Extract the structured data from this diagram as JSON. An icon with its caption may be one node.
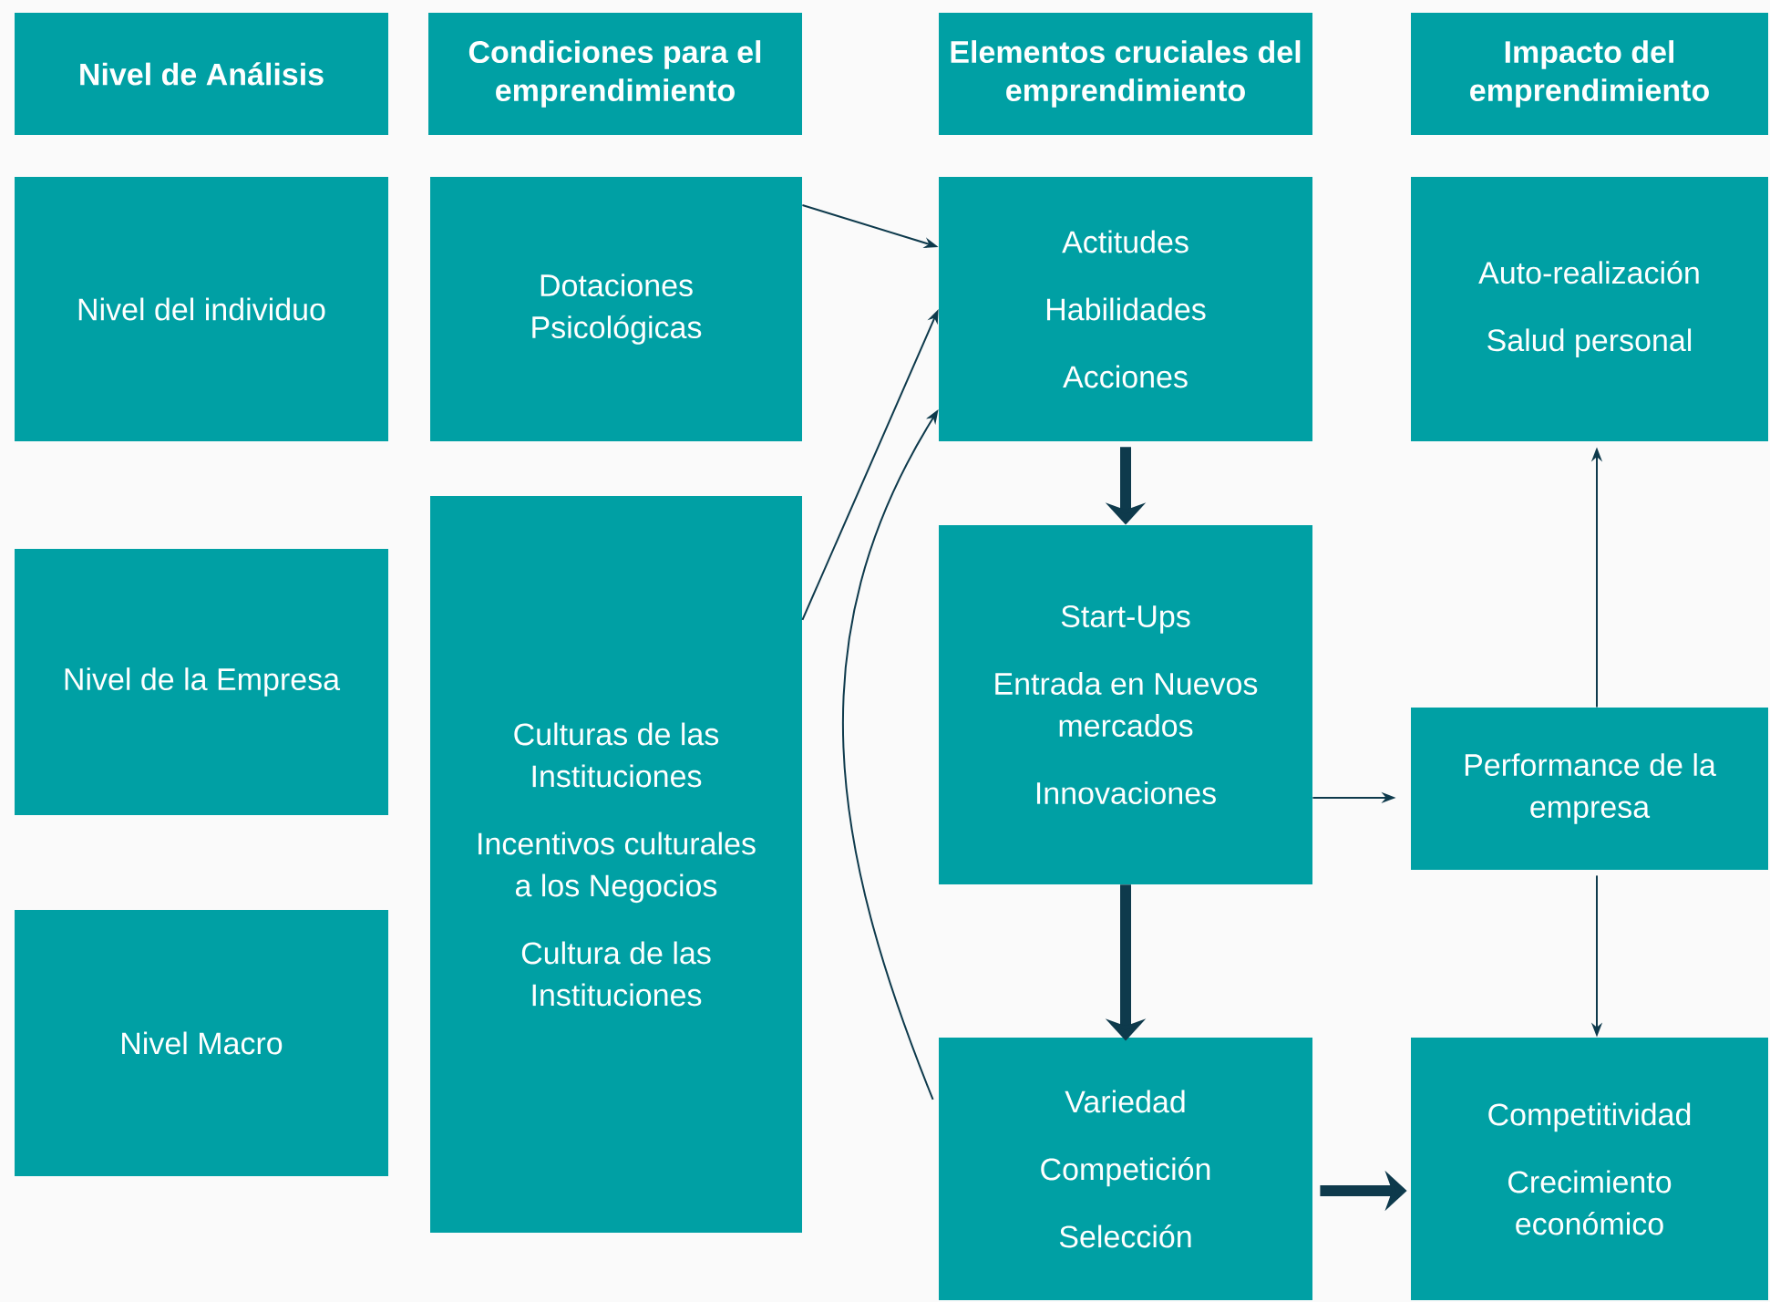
{
  "diagram": {
    "nodes": [
      {
        "text": [
          "Nivel de Análisis"
        ]
      },
      {
        "text": [
          "Condiciones para el emprendimiento"
        ]
      },
      {
        "text": [
          "Elementos cruciales del emprendimiento"
        ]
      },
      {
        "text": [
          "Impacto del emprendimiento"
        ]
      },
      {
        "text": [
          "Nivel del individuo"
        ]
      },
      {
        "text": [
          "Dotaciones Psicológicas"
        ]
      },
      {
        "text": [
          "Actitudes",
          "Habilidades",
          "Acciones"
        ]
      },
      {
        "text": [
          "Auto-realización",
          "Salud personal"
        ]
      },
      {
        "text": [
          "Nivel de la Empresa"
        ]
      },
      {
        "text": [
          "Culturas de las Instituciones",
          "Incentivos culturales a los Negocios",
          "Cultura de las Instituciones"
        ]
      },
      {
        "text": [
          "Start-Ups",
          "Entrada en Nuevos mercados",
          "Innovaciones"
        ]
      },
      {
        "text": [
          "Performance de la empresa"
        ]
      },
      {
        "text": [
          "Nivel Macro"
        ]
      },
      {
        "text": [
          "Variedad",
          "Competición",
          "Selección"
        ]
      },
      {
        "text": [
          "Competitividad",
          "Crecimiento económico"
        ]
      }
    ],
    "edges": [
      {
        "from": 5,
        "to": 6,
        "arrow": "to"
      },
      {
        "from": 9,
        "to": 6,
        "arrow": "to"
      },
      {
        "from": 13,
        "to": 6,
        "arrow": "to"
      },
      {
        "from": 6,
        "to": 10,
        "arrow": "to",
        "style": "thick"
      },
      {
        "from": 10,
        "to": 13,
        "arrow": "to",
        "style": "thick"
      },
      {
        "from": 13,
        "to": 14,
        "arrow": "to",
        "style": "thick"
      },
      {
        "from": 10,
        "to": 11,
        "arrow": "to"
      },
      {
        "from": 11,
        "to": 7,
        "arrow": "to"
      },
      {
        "from": 11,
        "to": 14,
        "arrow": "to"
      }
    ]
  }
}
